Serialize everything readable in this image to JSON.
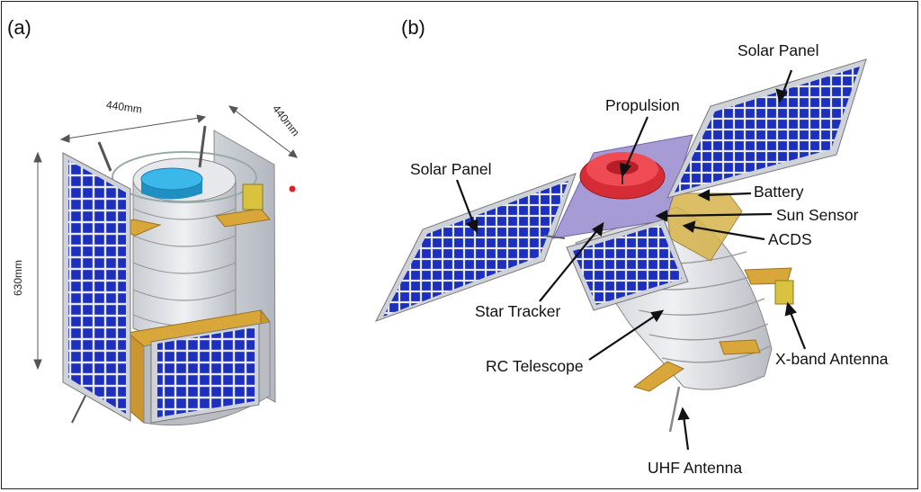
{
  "panels": {
    "a": {
      "label": "(a)"
    },
    "b": {
      "label": "(b)"
    }
  },
  "dimensions": {
    "width": "440mm",
    "depth": "440mm",
    "height": "630mm"
  },
  "callouts": {
    "propulsion": "Propulsion",
    "solar_panel_right": "Solar Panel",
    "solar_panel_left": "Solar Panel",
    "battery": "Battery",
    "sun_sensor": "Sun Sensor",
    "acds": "ACDS",
    "star_tracker": "Star Tracker",
    "rc_telescope": "RC Telescope",
    "xband_antenna": "X-band Antenna",
    "uhf_antenna": "UHF Antenna"
  },
  "colors": {
    "solar_cell": "#1c2fbf",
    "panel_frame": "#c8ccd6",
    "bus_body": "#d9dde3",
    "bracket": "#d9a63a",
    "thruster": "#e0303a",
    "tank": "#2aa9e0",
    "mount_plate": "#a79bd6"
  }
}
